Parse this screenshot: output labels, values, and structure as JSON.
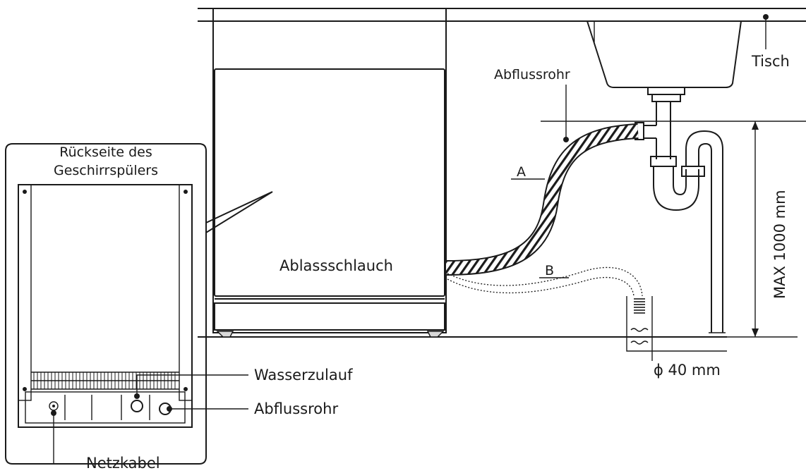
{
  "labels": {
    "tisch": "Tisch",
    "abflussrohr_top": "Abflussrohr",
    "letter_a": "A",
    "letter_b": "B",
    "ablassschlauch": "Ablassschlauch",
    "max_height": "MAX 1000 mm",
    "diameter": "ϕ 40 mm",
    "rueckseite_line1": "Rückseite des",
    "rueckseite_line2": "Geschirrspülers",
    "wasserzulauf": "Wasserzulauf",
    "abflussrohr_back": "Abflussrohr",
    "netzkabel": "Netzkabel"
  },
  "colors": {
    "line": "#1a1a1a",
    "background": "#ffffff",
    "fill_grey": "#d9d9d9"
  }
}
